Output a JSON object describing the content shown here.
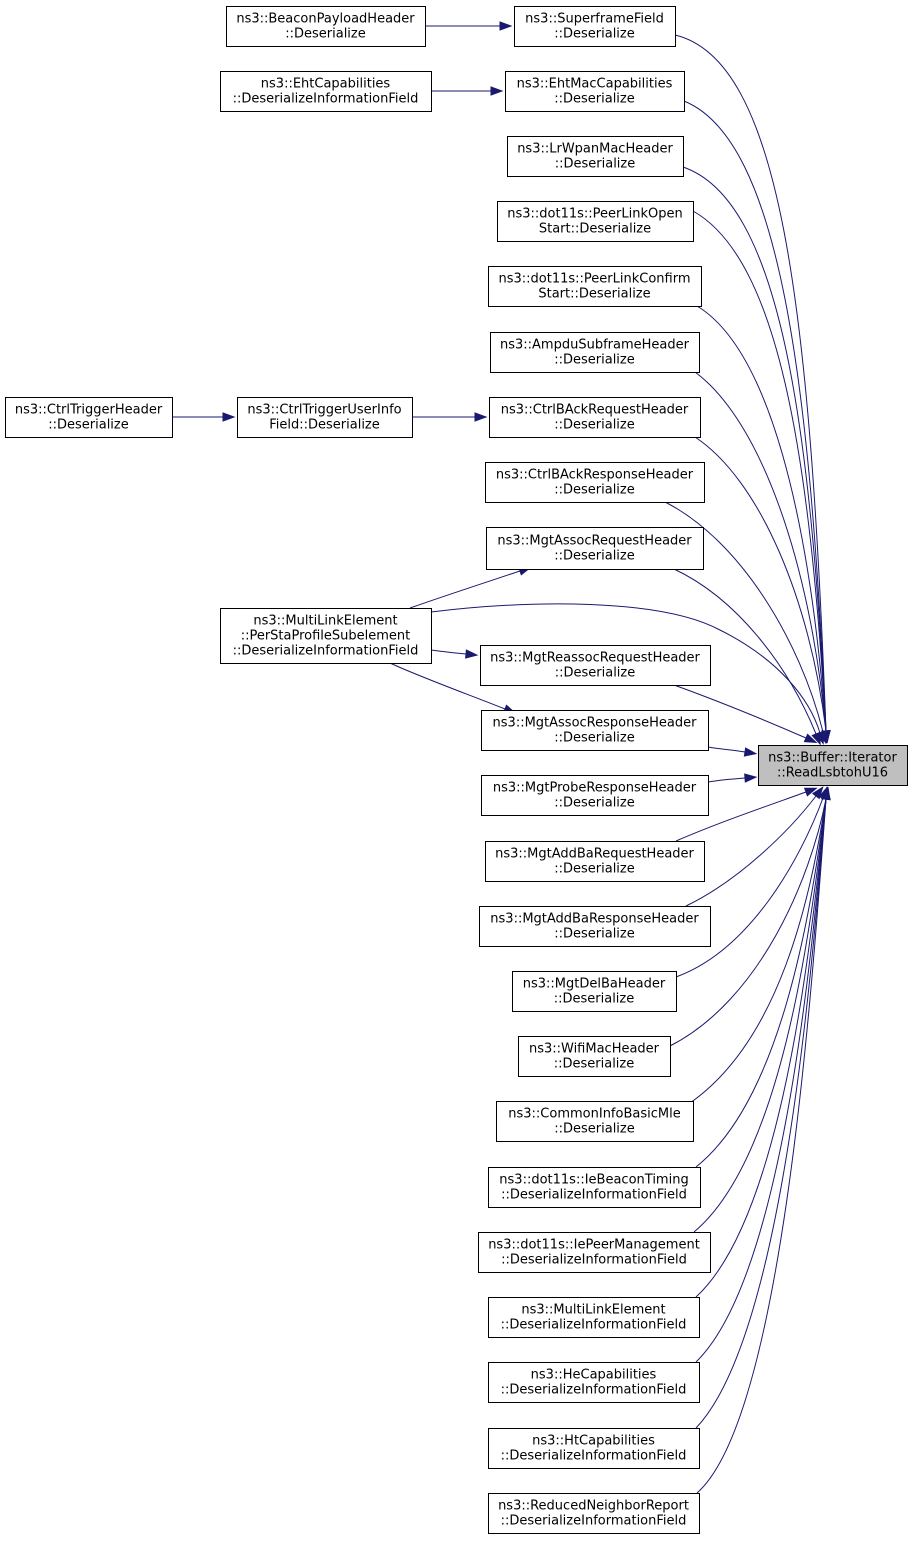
{
  "graph": {
    "colors": {
      "edge": "#191970",
      "node_border": "#000000",
      "node_fill": "#ffffff",
      "target_fill": "#bfbfbf"
    },
    "nodes": [
      {
        "id": "target",
        "lines": [
          "ns3::Buffer::Iterator",
          "::ReadLsbtohU16"
        ],
        "highlight": true
      },
      {
        "id": "superframe",
        "lines": [
          "ns3::SuperframeField",
          "::Deserialize"
        ]
      },
      {
        "id": "beaconpayload",
        "lines": [
          "ns3::BeaconPayloadHeader",
          "::Deserialize"
        ]
      },
      {
        "id": "ehtmac",
        "lines": [
          "ns3::EhtMacCapabilities",
          "::Deserialize"
        ]
      },
      {
        "id": "ehtcap",
        "lines": [
          "ns3::EhtCapabilities",
          "::DeserializeInformationField"
        ]
      },
      {
        "id": "lrwpan",
        "lines": [
          "ns3::LrWpanMacHeader",
          "::Deserialize"
        ]
      },
      {
        "id": "peerlinkopen",
        "lines": [
          "ns3::dot11s::PeerLinkOpen",
          "Start::Deserialize"
        ]
      },
      {
        "id": "peerlinkconfirm",
        "lines": [
          "ns3::dot11s::PeerLinkConfirm",
          "Start::Deserialize"
        ]
      },
      {
        "id": "ampdu",
        "lines": [
          "ns3::AmpduSubframeHeader",
          "::Deserialize"
        ]
      },
      {
        "id": "ctrlbackreq",
        "lines": [
          "ns3::CtrlBAckRequestHeader",
          "::Deserialize"
        ]
      },
      {
        "id": "ctrltriguserinfo",
        "lines": [
          "ns3::CtrlTriggerUserInfo",
          "Field::Deserialize"
        ]
      },
      {
        "id": "ctrltrigheader",
        "lines": [
          "ns3::CtrlTriggerHeader",
          "::Deserialize"
        ]
      },
      {
        "id": "ctrlbackresp",
        "lines": [
          "ns3::CtrlBAckResponseHeader",
          "::Deserialize"
        ]
      },
      {
        "id": "mgtassocreq",
        "lines": [
          "ns3::MgtAssocRequestHeader",
          "::Deserialize"
        ]
      },
      {
        "id": "perstaprofile",
        "lines": [
          "ns3::MultiLinkElement",
          "::PerStaProfileSubelement",
          "::DeserializeInformationField"
        ]
      },
      {
        "id": "mgtreassocreq",
        "lines": [
          "ns3::MgtReassocRequestHeader",
          "::Deserialize"
        ]
      },
      {
        "id": "mgtassocresp",
        "lines": [
          "ns3::MgtAssocResponseHeader",
          "::Deserialize"
        ]
      },
      {
        "id": "mgtproberesp",
        "lines": [
          "ns3::MgtProbeResponseHeader",
          "::Deserialize"
        ]
      },
      {
        "id": "mgtaddbareq",
        "lines": [
          "ns3::MgtAddBaRequestHeader",
          "::Deserialize"
        ]
      },
      {
        "id": "mgtaddbaresp",
        "lines": [
          "ns3::MgtAddBaResponseHeader",
          "::Deserialize"
        ]
      },
      {
        "id": "mgtdelba",
        "lines": [
          "ns3::MgtDelBaHeader",
          "::Deserialize"
        ]
      },
      {
        "id": "wifimac",
        "lines": [
          "ns3::WifiMacHeader",
          "::Deserialize"
        ]
      },
      {
        "id": "commoninfo",
        "lines": [
          "ns3::CommonInfoBasicMle",
          "::Deserialize"
        ]
      },
      {
        "id": "iebeacontiming",
        "lines": [
          "ns3::dot11s::IeBeaconTiming",
          "::DeserializeInformationField"
        ]
      },
      {
        "id": "iepeermgmt",
        "lines": [
          "ns3::dot11s::IePeerManagement",
          "::DeserializeInformationField"
        ]
      },
      {
        "id": "multilink",
        "lines": [
          "ns3::MultiLinkElement",
          "::DeserializeInformationField"
        ]
      },
      {
        "id": "hecap",
        "lines": [
          "ns3::HeCapabilities",
          "::DeserializeInformationField"
        ]
      },
      {
        "id": "htcap",
        "lines": [
          "ns3::HtCapabilities",
          "::DeserializeInformationField"
        ]
      },
      {
        "id": "reducedneighbor",
        "lines": [
          "ns3::ReducedNeighborReport",
          "::DeserializeInformationField"
        ]
      }
    ],
    "edges": [
      {
        "from": "beaconpayload",
        "to": "superframe"
      },
      {
        "from": "ehtcap",
        "to": "ehtmac"
      },
      {
        "from": "ctrltrigheader",
        "to": "ctrltriguserinfo"
      },
      {
        "from": "ctrltriguserinfo",
        "to": "ctrlbackreq"
      },
      {
        "from": "perstaprofile",
        "to": "mgtassocreq"
      },
      {
        "from": "perstaprofile",
        "to": "mgtreassocreq"
      },
      {
        "from": "perstaprofile",
        "to": "mgtassocresp"
      },
      {
        "from": "perstaprofile",
        "to": "target"
      },
      {
        "from": "superframe",
        "to": "target"
      },
      {
        "from": "ehtmac",
        "to": "target"
      },
      {
        "from": "lrwpan",
        "to": "target"
      },
      {
        "from": "peerlinkopen",
        "to": "target"
      },
      {
        "from": "peerlinkconfirm",
        "to": "target"
      },
      {
        "from": "ampdu",
        "to": "target"
      },
      {
        "from": "ctrlbackreq",
        "to": "target"
      },
      {
        "from": "ctrlbackresp",
        "to": "target"
      },
      {
        "from": "mgtassocreq",
        "to": "target"
      },
      {
        "from": "mgtreassocreq",
        "to": "target"
      },
      {
        "from": "mgtassocresp",
        "to": "target"
      },
      {
        "from": "mgtproberesp",
        "to": "target"
      },
      {
        "from": "mgtaddbareq",
        "to": "target"
      },
      {
        "from": "mgtaddbaresp",
        "to": "target"
      },
      {
        "from": "mgtdelba",
        "to": "target"
      },
      {
        "from": "wifimac",
        "to": "target"
      },
      {
        "from": "commoninfo",
        "to": "target"
      },
      {
        "from": "iebeacontiming",
        "to": "target"
      },
      {
        "from": "iepeermgmt",
        "to": "target"
      },
      {
        "from": "multilink",
        "to": "target"
      },
      {
        "from": "hecap",
        "to": "target"
      },
      {
        "from": "htcap",
        "to": "target"
      },
      {
        "from": "reducedneighbor",
        "to": "target"
      }
    ]
  }
}
